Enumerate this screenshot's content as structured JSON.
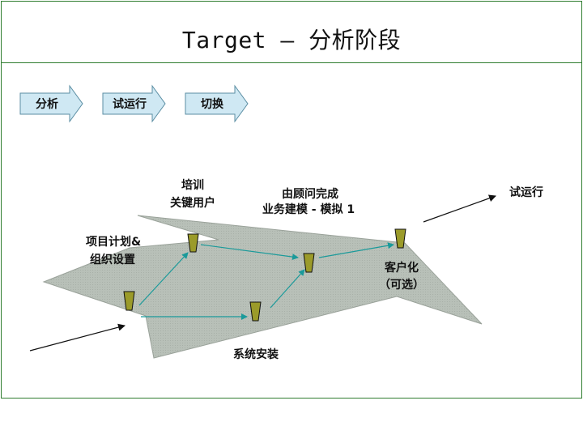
{
  "title": "Target – 分析阶段",
  "phases": [
    {
      "label": "分析"
    },
    {
      "label": "试运行"
    },
    {
      "label": "切换"
    }
  ],
  "labels": {
    "project_plan_1": "项目计划&",
    "project_plan_2": "组织设置",
    "training_1": "培训",
    "training_2": "关键用户",
    "consultant_1": "由顾问完成",
    "consultant_2": "业务建模 - 模拟 1",
    "customize_1": "客户化",
    "customize_2": "（可选）",
    "install": "系统安装",
    "trial": "试运行"
  },
  "colors": {
    "frame": "#2f7d2f",
    "shape_fill": "#b6beb6",
    "arrow_fill": "#cfe8f3",
    "arrow_stroke": "#5b8ea3",
    "connector": "#1a9a9a",
    "milestone_fill": "#9b9b2a"
  }
}
